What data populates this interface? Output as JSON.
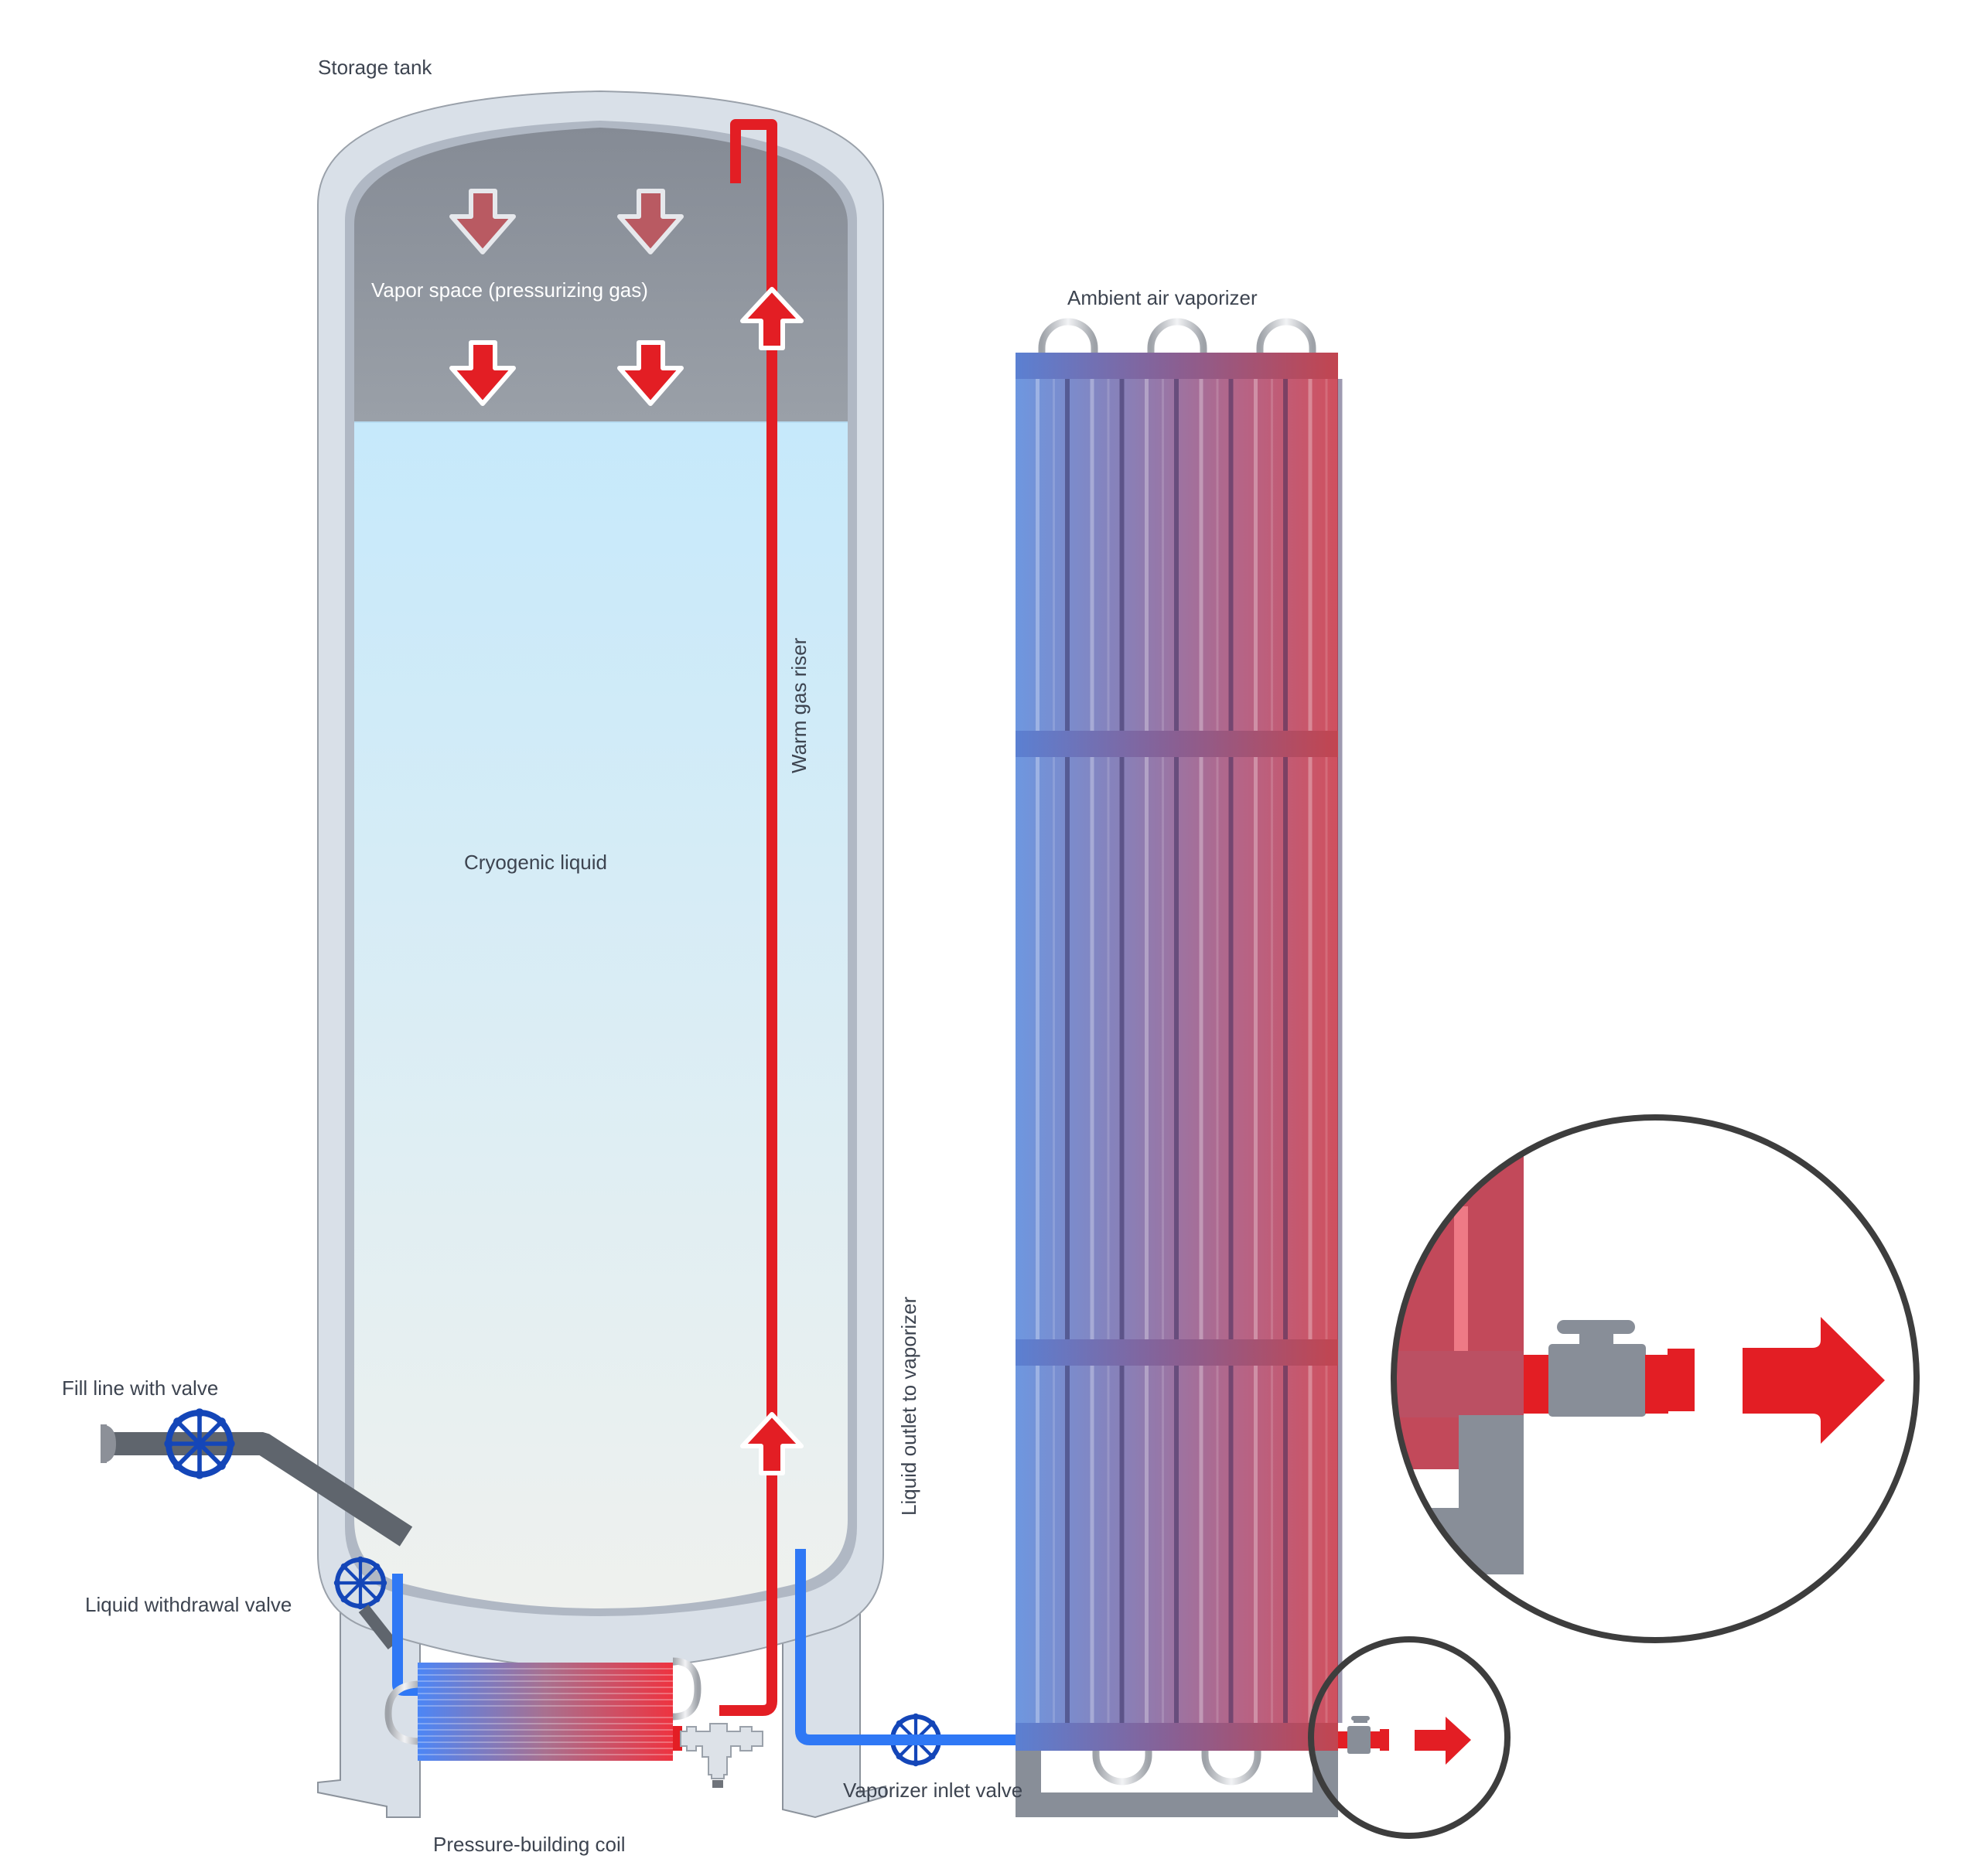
{
  "diagram": {
    "title": "Cryogenic liquid storage tank with pressure-building coil and ambient vaporizer",
    "components": {
      "tank": {
        "label": "Storage tank",
        "liquid_level_fraction": 0.78
      },
      "gas_space": {
        "label": "Vapor space (pressurizing gas)"
      },
      "liquid": {
        "label": "Cryogenic liquid"
      },
      "pressure_builder": {
        "label": "Pressure-building coil"
      },
      "riser": {
        "label": "Warm gas riser"
      },
      "fill_line": {
        "label": "Fill line with valve"
      },
      "drain_valve": {
        "label": "Liquid withdrawal valve"
      },
      "liquid_outlet": {
        "label": "Liquid outlet to vaporizer"
      },
      "vaporizer_valve": {
        "label": "Vaporizer inlet valve"
      },
      "vaporizer": {
        "label": "Ambient air vaporizer"
      }
    },
    "flow": {
      "gas_down_arrows": 4,
      "riser_up_arrows": 2,
      "outlet_arrow_direction": "right"
    },
    "colors": {
      "hot": "#e31e24",
      "cold": "#2f78f5",
      "valve_blue": "#1446b8",
      "tank_shell": "#d9e0e8",
      "gas": "#8a9099",
      "liquid_top": "#c6e9fb",
      "liquid_bottom": "#eff1ee",
      "frame": "#888e98",
      "callout_ring": "#3d3d3d"
    }
  }
}
